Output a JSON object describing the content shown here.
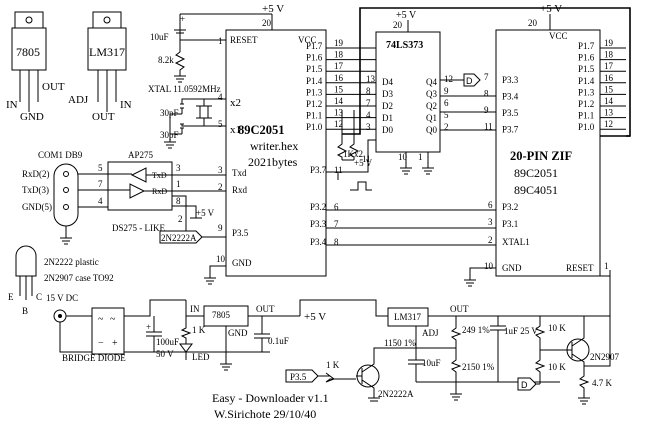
{
  "power": {
    "vcc": "+5 V"
  },
  "packages": {
    "reg1": "7805",
    "reg2": "LM317",
    "in": "IN",
    "gnd": "GND",
    "out": "OUT",
    "adj": "ADJ"
  },
  "mcu": {
    "name": "89C2051",
    "hex": "writer.hex",
    "bytes": "2021bytes",
    "reset": "RESET",
    "vcc": "VCC",
    "gnd": "GND",
    "x1": "x1",
    "x2": "x2",
    "txd": "Txd",
    "rxd": "Rxd",
    "p35": "P3.5",
    "p37": "P3.7",
    "p32": "P3.2",
    "p33": "P3.3",
    "p34": "P3.4",
    "pin_reset": "1",
    "pin_vcc": "20",
    "pin_x2": "4",
    "pin_x1": "5",
    "pin_txd": "3",
    "pin_rxd": "2",
    "pin_p35": "9",
    "pin_gnd": "10",
    "pin_p37": "11",
    "pin_p32": "6",
    "pin_p33": "7",
    "pin_p34": "8",
    "port_labels": [
      "P1.7",
      "P1.6",
      "P1.5",
      "P1.4",
      "P1.3",
      "P1.2",
      "P1.1",
      "P1.0"
    ],
    "port_pins": [
      "19",
      "18",
      "17",
      "16",
      "15",
      "14",
      "13",
      "12"
    ]
  },
  "crystal": {
    "xtal": "XTAL 11.0592MHz",
    "c1": "30pF",
    "c2": "30pF",
    "cap": "10uF",
    "res": "8.2k"
  },
  "latch": {
    "name": "74LS373",
    "d_labels": [
      "D4",
      "D3",
      "D2",
      "D1",
      "D0"
    ],
    "d_pins": [
      "13",
      "8",
      "7",
      "4",
      "3"
    ],
    "q_labels": [
      "Q4",
      "Q3",
      "Q2",
      "Q1",
      "Q0"
    ],
    "q_pins": [
      "12",
      "9",
      "6",
      "5",
      "2"
    ],
    "pin10": "10",
    "pin1": "1",
    "pin11": "11",
    "vcc_pin": "20",
    "res": "1Kx2",
    "vcc": "+5 V"
  },
  "zif": {
    "name": "20-PIN ZIF",
    "chip1": "89C2051",
    "chip2": "89C4051",
    "vcc": "VCC",
    "gnd": "GND",
    "reset": "RESET",
    "pin_vcc": "20",
    "port_labels": [
      "P1.7",
      "P1.6",
      "P1.5",
      "P1.4",
      "P1.3",
      "P1.2",
      "P1.1",
      "P1.0"
    ],
    "port_pins": [
      "19",
      "18",
      "17",
      "16",
      "15",
      "14",
      "13",
      "12"
    ],
    "left_labels": [
      "P3.3",
      "P3.4",
      "P3.5",
      "P3.7"
    ],
    "left_pins": [
      "7",
      "8",
      "9",
      "11"
    ],
    "p32": "P3.2",
    "p31": "P3.1",
    "xtal1": "XTAL1",
    "pin_p32": "6",
    "pin_p31": "3",
    "pin_xtal1": "2",
    "pin_gnd": "10",
    "pin_reset": "1"
  },
  "serial": {
    "com": "COM1 DB9",
    "rxd": "RxD(2)",
    "txd": "TxD(3)",
    "gnd": "GND(5)",
    "buf": "AP275",
    "txd_in": "TxD",
    "rxd_out": "RxD",
    "like": "DS275 - LIKE",
    "p5": "5",
    "p3": "3",
    "p4": "4",
    "p7": "7",
    "p8": "8",
    "p1": "1",
    "p2": "2",
    "vcc": "+5 V"
  },
  "transistor": {
    "t1": "2N2222 plastic",
    "t2": "2N2907 case TO92",
    "e": "E",
    "c": "C",
    "b": "B",
    "q1": "2N2222A",
    "q2": "2N2907"
  },
  "supply": {
    "dc": "15 V DC",
    "bridge": "BRIDGE DIODE",
    "reg": "7805",
    "in": "IN",
    "out": "OUT",
    "gnd": "GND",
    "c1": "100uF",
    "c1v": "50 V",
    "led_r": "1 K",
    "led": "LED",
    "c2": "0.1uF",
    "vcc": "+5 V",
    "lm": "LM317",
    "adj": "ADJ",
    "r1150": "1150 1%",
    "c10": "10uF",
    "r249": "249 1%",
    "r2150": "2150 1%",
    "c1u": "1uF 25 V",
    "r10k1": "10 K",
    "r10k2": "10 K",
    "r47": "4.7 K",
    "r1k": "1 K",
    "p35tag": "P3.5",
    "dtag": "D"
  },
  "title": {
    "line1": "Easy - Downloader v1.1",
    "line2": "W.Sirichote    29/10/40"
  }
}
